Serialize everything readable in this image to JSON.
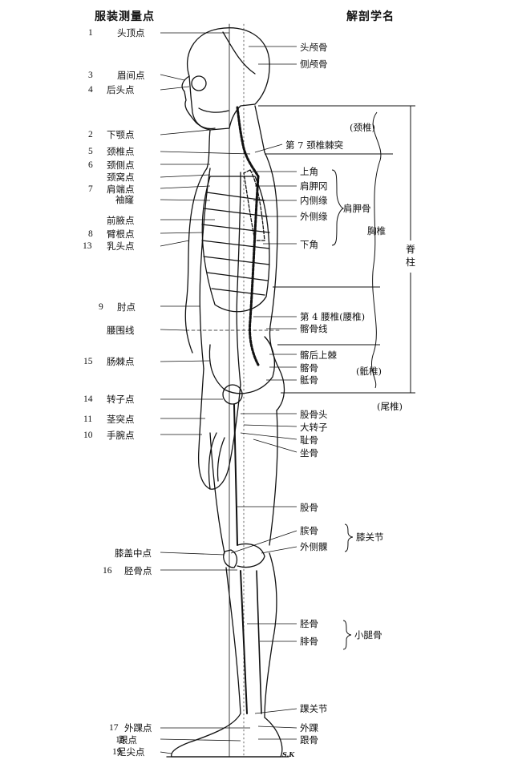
{
  "titles": {
    "left": "服装测量点",
    "right": "解剖学名"
  },
  "left_labels": [
    {
      "num": "1",
      "text": "头顶点"
    },
    {
      "num": "3",
      "text": "眉间点"
    },
    {
      "num": "4",
      "text": "后头点"
    },
    {
      "num": "2",
      "text": "下颚点"
    },
    {
      "num": "5",
      "text": "颈椎点"
    },
    {
      "num": "6",
      "text": "颈侧点"
    },
    {
      "num": "",
      "text": "颈窝点"
    },
    {
      "num": "7",
      "text": "肩端点"
    },
    {
      "num": "",
      "text": "袖窿"
    },
    {
      "num": "",
      "text": "前腋点"
    },
    {
      "num": "8",
      "text": "臂根点"
    },
    {
      "num": "13",
      "text": "乳头点"
    },
    {
      "num": "9",
      "text": "肘点"
    },
    {
      "num": "",
      "text": "腰围线"
    },
    {
      "num": "15",
      "text": "肠棘点"
    },
    {
      "num": "14",
      "text": "转子点"
    },
    {
      "num": "11",
      "text": "茎突点"
    },
    {
      "num": "10",
      "text": "手腕点"
    },
    {
      "num": "",
      "text": "膝盖中点"
    },
    {
      "num": "16",
      "text": "胫骨点"
    },
    {
      "num": "17",
      "text": "外踝点"
    },
    {
      "num": "18",
      "text": "跟点"
    },
    {
      "num": "19",
      "text": "足尖点"
    }
  ],
  "right_labels": [
    "头颅骨",
    "侧颅骨",
    "第 7 颈椎棘突",
    "上角",
    "肩胛冈",
    "内侧缘",
    "外侧缘",
    "下角",
    "第 4 腰椎(腰椎)",
    "髂骨线",
    "髂后上棘",
    "髂骨",
    "骶骨",
    "股骨头",
    "大转子",
    "耻骨",
    "坐骨",
    "股骨",
    "膑骨",
    "外侧髁",
    "胫骨",
    "腓骨",
    "踝关节",
    "外踝",
    "跟骨"
  ],
  "group_labels": {
    "scapula": "肩胛骨",
    "knee": "膝关节",
    "lower_leg": "小腿骨"
  },
  "spine_labels": {
    "cervical": "(颈椎)",
    "thoracic": "胸椎",
    "sacral": "(骶椎)",
    "coccyx": "(尾椎)",
    "spine_char1": "脊",
    "spine_char2": "柱"
  },
  "signature": "S.K"
}
